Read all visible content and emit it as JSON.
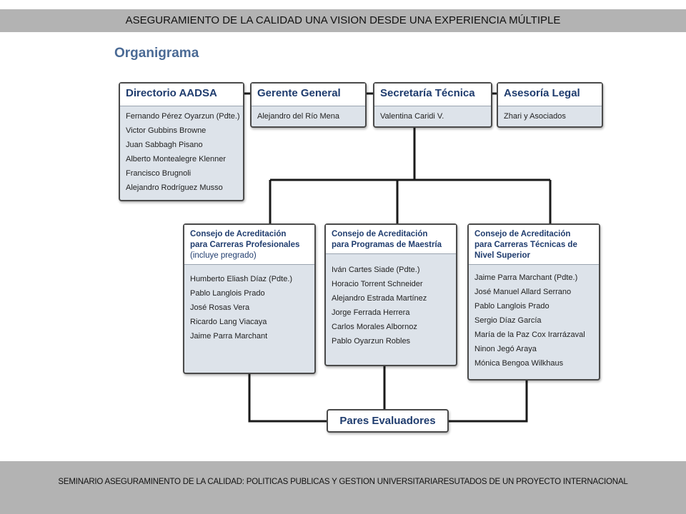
{
  "header": {
    "title": "ASEGURAMIENTO DE LA CALIDAD UNA VISION DESDE UNA EXPERIENCIA MÚLTIPLE"
  },
  "diagram": {
    "title": "Organigrama",
    "top_boxes": [
      {
        "title": "Directorio AADSA",
        "members": [
          "Fernando Pérez Oyarzun (Pdte.)",
          "Victor Gubbins Browne",
          "Juan Sabbagh Pisano",
          "Alberto Montealegre Klenner",
          "Francisco Brugnoli",
          "Alejandro Rodríguez Musso"
        ]
      },
      {
        "title": "Gerente General",
        "members": [
          "Alejandro del Río Mena"
        ]
      },
      {
        "title": "Secretaría Técnica",
        "members": [
          "Valentina Caridi V."
        ]
      },
      {
        "title": "Asesoría Legal",
        "members": [
          "Zhari y Asociados"
        ]
      }
    ],
    "councils": [
      {
        "title_lines": [
          "Consejo de Acreditación",
          "para Carreras Profesionales"
        ],
        "subtitle": "(incluye pregrado)",
        "members": [
          "Humberto Eliash Díaz (Pdte.)",
          "Pablo Langlois Prado",
          "José Rosas Vera",
          "Ricardo Lang Viacaya",
          "Jaime Parra Marchant"
        ]
      },
      {
        "title_lines": [
          "Consejo de Acreditación",
          "para Programas de Maestría"
        ],
        "subtitle": "",
        "members": [
          "Iván Cartes Siade (Pdte.)",
          "Horacio Torrent Schneider",
          "Alejandro Estrada Martínez",
          "Jorge Ferrada Herrera",
          "Carlos Morales Albornoz",
          "Pablo Oyarzun Robles"
        ]
      },
      {
        "title_lines": [
          "Consejo de Acreditación",
          "para Carreras Técnicas de",
          "Nivel Superior"
        ],
        "subtitle": "",
        "members": [
          "Jaime Parra Marchant (Pdte.)",
          "José Manuel Allard Serrano",
          "Pablo Langlois Prado",
          "Sergio Díaz García",
          "María de la Paz Cox Irarrázaval",
          "Ninon Jegó Araya",
          "Mónica Bengoa Wilkhaus"
        ]
      }
    ],
    "bottom_box": {
      "title": "Pares Evaluadores"
    }
  },
  "footer": {
    "text": "SEMINARIO ASEGURAMINENTO DE LA CALIDAD: POLITICAS PUBLICAS Y GESTION UNIVERSITARIARESUTADOS DE UN PROYECTO INTERNACIONAL"
  },
  "colors": {
    "bar": "#b3b3b3",
    "box_fill": "#dde3ea",
    "heading": "#1f3c6e",
    "title": "#4a6a95"
  }
}
